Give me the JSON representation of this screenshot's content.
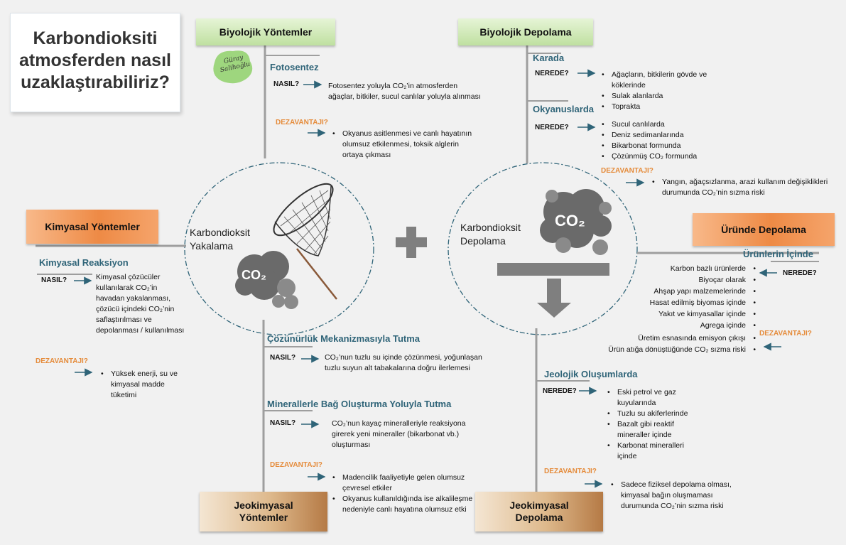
{
  "title": "Karbondioksiti atmosferden nasıl uzaklaştırabiliriz?",
  "logo": {
    "line1": "Güray",
    "line2": "Salihoğlu"
  },
  "capture": {
    "label": "Karbondioksit Yakalama",
    "co2": "CO₂",
    "icon": "net-icon"
  },
  "storage": {
    "label": "Karbondioksit Depolama",
    "co2": "CO₂"
  },
  "plus": "+",
  "bio_methods": {
    "title": "Biyolojik Yöntemler",
    "head": "Fotosentez",
    "how_label": "NASIL?",
    "how_text": "Fotosentez yoluyla CO₂’in atmosferden ağaçlar, bitkiler, sucul canlılar yoluyla alınması",
    "dis_label": "DEZAVANTAJI?",
    "dis_items": [
      "Okyanus asitlenmesi ve canlı hayatının olumsuz etkilenmesi, toksik alglerin ortaya çıkması"
    ]
  },
  "chem_methods": {
    "title": "Kimyasal Yöntemler",
    "head": "Kimyasal Reaksiyon",
    "how_label": "NASIL?",
    "how_text": "Kimyasal çözücüler kullanılarak CO₂’in havadan yakalanması, çözücü içindeki CO₂’nin saflaştırılması ve depolanması / kullanılması",
    "dis_label": "DEZAVANTAJI?",
    "dis_items": [
      "Yüksek enerji, su ve kimyasal madde tüketimi"
    ]
  },
  "geochem_methods": {
    "title": "Jeokimyasal Yöntemler",
    "head1": "Çözünürlük Mekanizmasıyla Tutma",
    "how1_label": "NASIL?",
    "how1_text": "CO₂’nun tuzlu su içinde çözünmesi, yoğunlaşan tuzlu suyun alt tabakalarına doğru ilerlemesi",
    "head2": "Minerallerle Bağ Oluşturma Yoluyla Tutma",
    "how2_label": "NASIL?",
    "how2_text": "CO₂’nun kayaç mineralleriyle reaksiyona girerek yeni mineraller (bikarbonat vb.) oluşturması",
    "dis_label": "DEZAVANTAJI?",
    "dis_items": [
      "Madencilik faaliyetiyle gelen olumsuz çevresel etkiler",
      "Okyanus kullanıldığında ise alkalileşme nedeniyle canlı hayatına olumsuz etki"
    ]
  },
  "bio_storage": {
    "title": "Biyolojik Depolama",
    "land_head": "Karada",
    "land_where": "NEREDE?",
    "land_items": [
      "Ağaçların, bitkilerin gövde ve köklerinde",
      "Sulak alanlarda",
      "Toprakta"
    ],
    "ocean_head": "Okyanuslarda",
    "ocean_where": "NEREDE?",
    "ocean_items": [
      "Sucul canlılarda",
      "Deniz sedimanlarında",
      "Bikarbonat formunda",
      "Çözünmüş CO₂ formunda"
    ],
    "dis_label": "DEZAVANTAJI?",
    "dis_items": [
      "Yangın, ağaçsızlanma, arazi kullanım değişiklikleri durumunda CO₂’nin sızma riski"
    ]
  },
  "product_storage": {
    "title": "Üründe Depolama",
    "head": "Ürünlerin İçinde",
    "where": "NEREDE?",
    "items": [
      "Karbon bazlı ürünlerde",
      "Biyoçar olarak",
      "Ahşap yapı malzemelerinde",
      "Hasat edilmiş biyomas içinde",
      "Yakıt ve kimyasallar içinde",
      "Agrega içinde"
    ],
    "dis_label": "DEZAVANTAJI?",
    "dis_items": [
      "Üretim esnasında emisyon çıkışı",
      "Ürün atığa dönüştüğünde CO₂ sızma riski"
    ]
  },
  "geochem_storage": {
    "title": "Jeokimyasal Depolama",
    "head": "Jeolojik Oluşumlarda",
    "where": "NEREDE?",
    "items": [
      "Eski petrol ve gaz kuyularında",
      "Tuzlu su akiferlerinde",
      "Bazalt gibi reaktif mineraller içinde",
      "Karbonat mineralleri içinde"
    ],
    "dis_label": "DEZAVANTAJI?",
    "dis_items": [
      "Sadece fiziksel depolama olması, kimyasal bağın oluşmaması durumunda CO₂’nin sızma riski"
    ]
  },
  "colors": {
    "accent": "#2f6478",
    "warning": "#e58b3a",
    "green": "#bfe0a0",
    "orange": "#ee8a45",
    "brown": "#b57a45"
  }
}
